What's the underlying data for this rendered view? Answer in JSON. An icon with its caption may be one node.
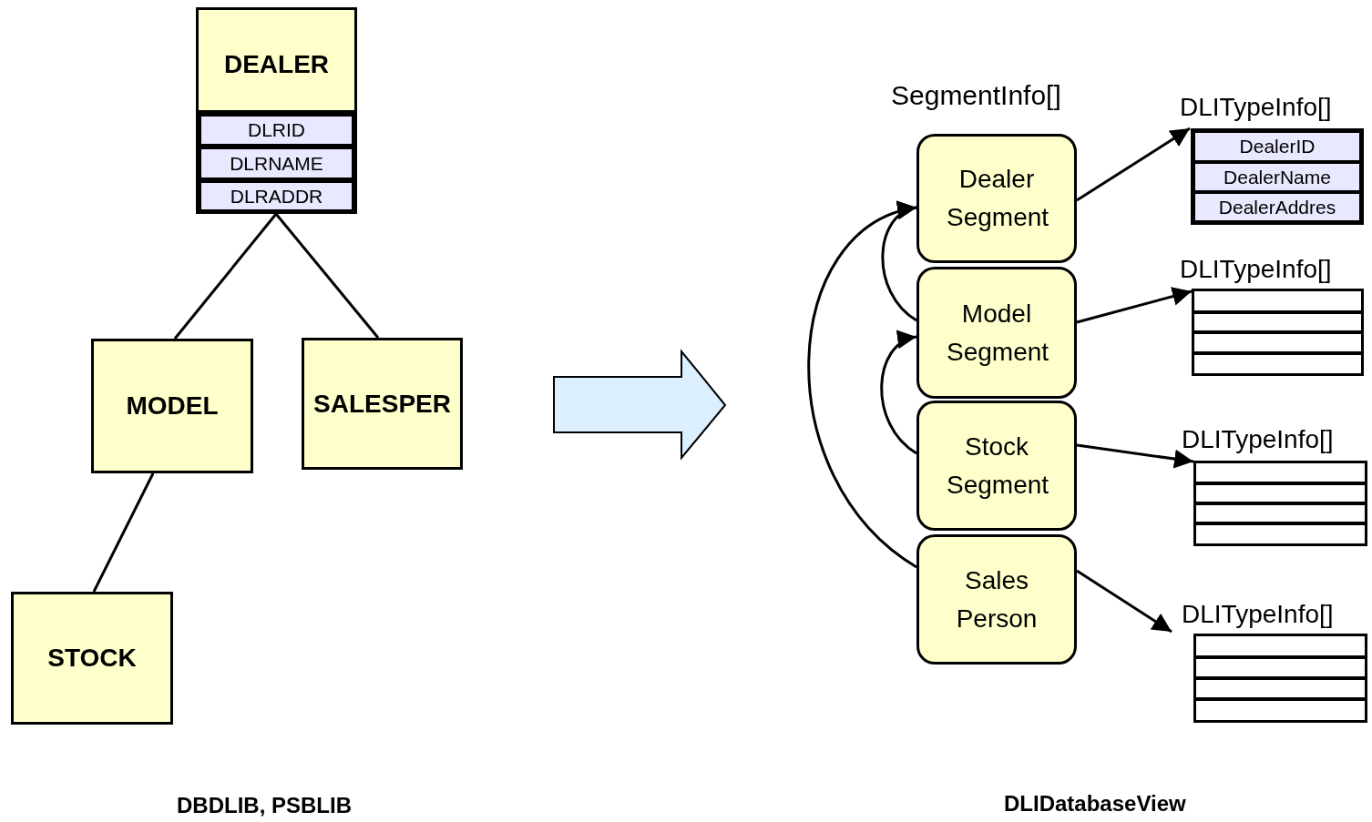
{
  "diagram": {
    "nodes": [
      {
        "text": [
          "DEALER"
        ]
      },
      {
        "text": [
          "DLRID"
        ],
        "in": 0
      },
      {
        "text": [
          "DLRNAME"
        ],
        "in": 0
      },
      {
        "text": [
          "DLRADDR"
        ],
        "in": 0
      },
      {
        "text": [
          "MODEL"
        ]
      },
      {
        "text": [
          "SALESPER"
        ]
      },
      {
        "text": [
          "STOCK"
        ]
      },
      {
        "text": [
          "Dealer Segment"
        ]
      },
      {
        "text": [
          "Model Segment"
        ]
      },
      {
        "text": [
          "Stock Segment"
        ]
      },
      {
        "text": [
          "Sales Person"
        ]
      },
      {
        "text": [
          "DLITypeInfo[]"
        ]
      },
      {
        "text": [
          "DealerID"
        ],
        "in": 11
      },
      {
        "text": [
          "DealerName"
        ],
        "in": 11
      },
      {
        "text": [
          "DealerAddres"
        ],
        "in": 11
      },
      {
        "text": [
          "DLITypeInfo[]"
        ]
      },
      {
        "text": [
          "DLITypeInfo[]"
        ]
      },
      {
        "text": [
          "DLITypeInfo[]"
        ]
      }
    ],
    "edges": [
      {
        "from": 0,
        "to": 4,
        "arrow": "none"
      },
      {
        "from": 0,
        "to": 5,
        "arrow": "none"
      },
      {
        "from": 4,
        "to": 6,
        "arrow": "none"
      },
      {
        "from": 8,
        "to": 7,
        "arrow": "to"
      },
      {
        "from": 9,
        "to": 8,
        "arrow": "to"
      },
      {
        "from": 10,
        "to": 7,
        "arrow": "to"
      },
      {
        "from": 7,
        "to": 11,
        "arrow": "to"
      },
      {
        "from": 8,
        "to": 15,
        "arrow": "to"
      },
      {
        "from": 9,
        "to": 16,
        "arrow": "to"
      },
      {
        "from": 10,
        "to": 17,
        "arrow": "to"
      }
    ],
    "labels": [
      "SegmentInfo[]",
      "DBDLIB, PSBLIB",
      "DLIDatabaseView"
    ]
  }
}
